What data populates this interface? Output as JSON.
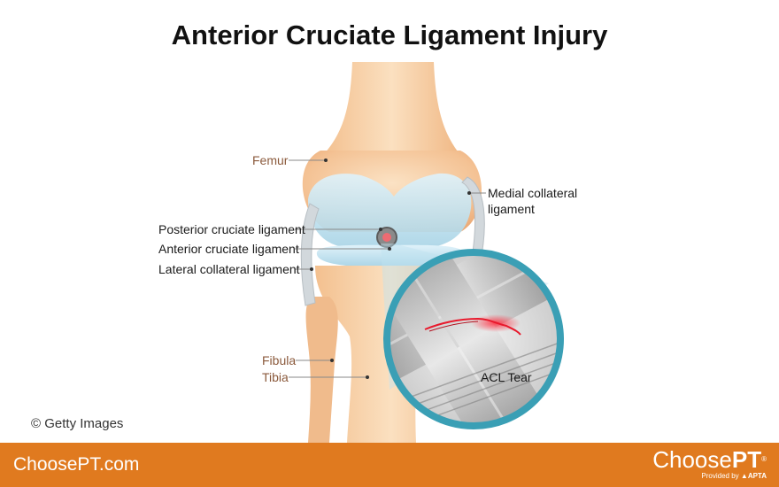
{
  "title": "Anterior Cruciate Ligament Injury",
  "labels": {
    "femur": "Femur",
    "medial_collateral_line1": "Medial collateral",
    "medial_collateral_line2": "ligament",
    "posterior_cruciate": "Posterior cruciate ligament",
    "anterior_cruciate": "Anterior cruciate ligament",
    "lateral_collateral": "Lateral collateral ligament",
    "fibula": "Fibula",
    "tibia": "Tibia",
    "acl_tear": "ACL Tear"
  },
  "credit": "© Getty Images",
  "footer": {
    "site": "ChoosePT.com",
    "logo_light": "Choose",
    "logo_bold": "PT",
    "logo_tm": "®",
    "logo_sub_prefix": "Provided by",
    "logo_sub_org": "APTA"
  },
  "colors": {
    "footer": "#e07a1f",
    "bone": "#f6caa0",
    "cartilage": "#c8e6f2",
    "zoom_ring": "#3a9fb5",
    "tear": "#e8192c"
  }
}
